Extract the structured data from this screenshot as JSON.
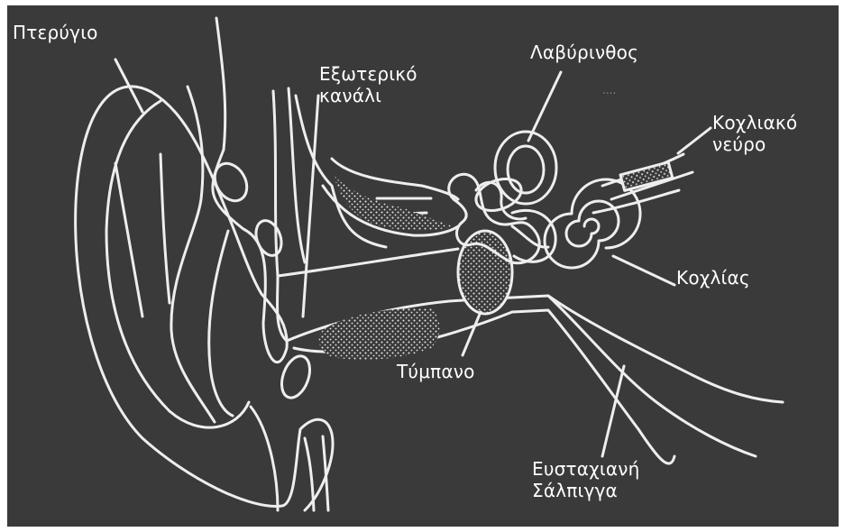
{
  "diagram": {
    "labels": {
      "pinna": "Πτερύγιο",
      "canal_line1": "Εξωτερικό",
      "canal_line2": "κανάλι",
      "labyrinth": "Λαβύρινθος",
      "nerve_line1": "Κοχλιακό",
      "nerve_line2": "νεύρο",
      "cochlea": "Κοχλίας",
      "eardrum": "Τύμπανο",
      "tube_line1": "Ευσταχιανή",
      "tube_line2": "Σάλπιγγα"
    },
    "colors": {
      "background": "#3a3a3a",
      "lines": "#eeeeee",
      "labels": "#ffffff"
    }
  }
}
